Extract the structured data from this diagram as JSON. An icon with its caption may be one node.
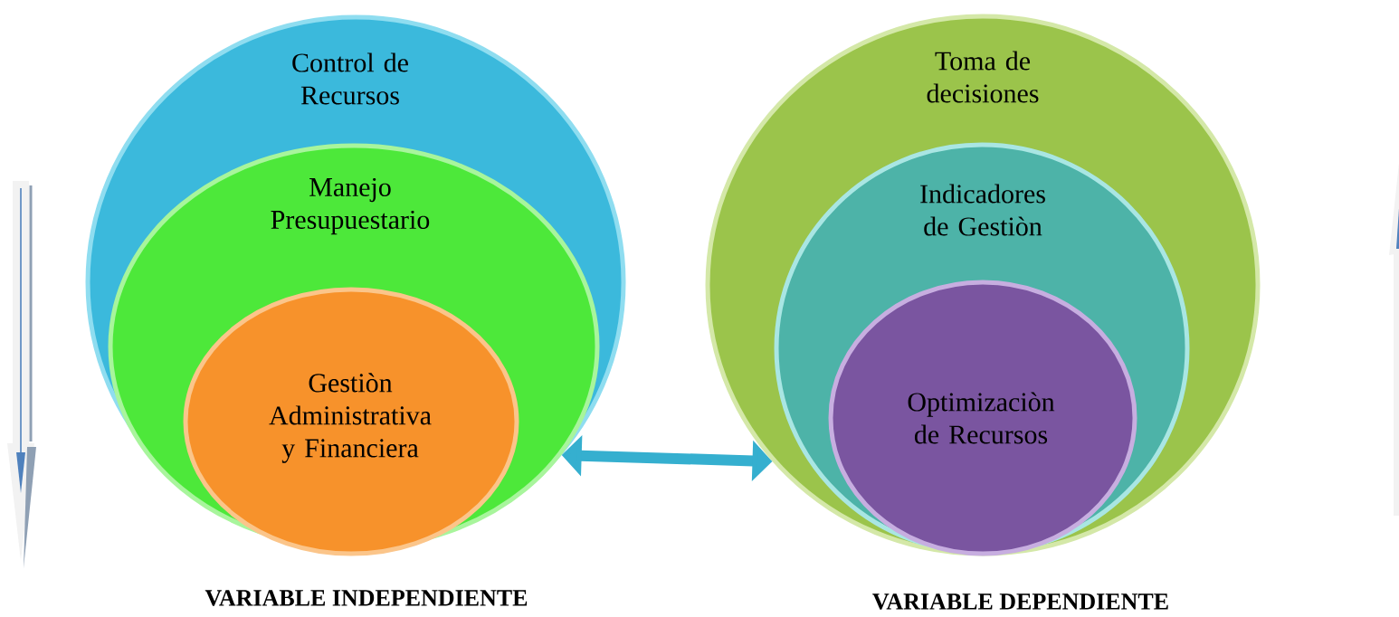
{
  "diagram": {
    "nodes": [
      {
        "text": [
          "Control de Recursos"
        ]
      },
      {
        "text": [
          "Manejo Presupuestario"
        ],
        "in": 0
      },
      {
        "text": [
          "Gestiòn Administrativa y Financiera"
        ],
        "in": 1
      },
      {
        "text": [
          "Toma de decisiones"
        ]
      },
      {
        "text": [
          "Indicadores de Gestiòn"
        ],
        "in": 3
      },
      {
        "text": [
          "Optimizaciòn de Recursos"
        ],
        "in": 4
      }
    ],
    "edges": [
      {
        "from": 0,
        "to": 3,
        "arrow": "both"
      }
    ],
    "labels": [
      "VARIABLE INDEPENDIENTE",
      "VARIABLE DEPENDIENTE"
    ]
  }
}
